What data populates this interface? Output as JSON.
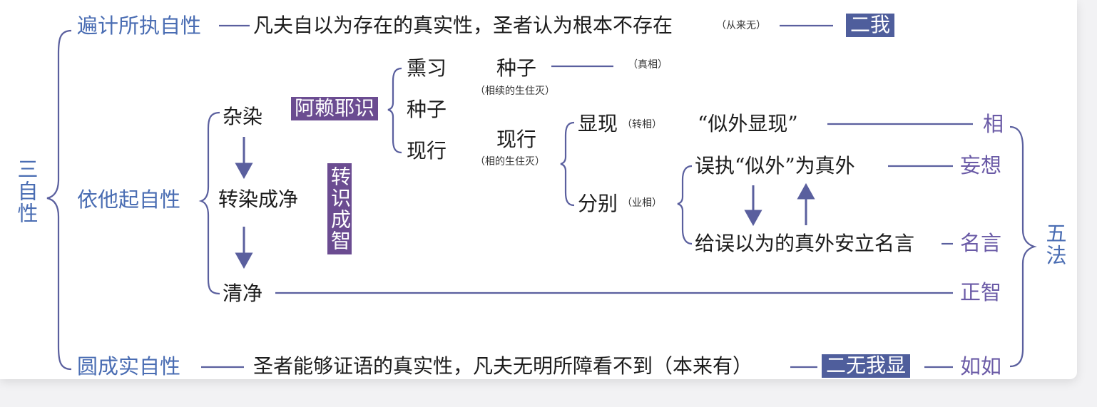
{
  "sanzixing": "三自性",
  "wufa": "五法",
  "row1": {
    "label": "遍计所执自性",
    "desc": "凡夫自以为存在的真实性，圣者认为根本不存在",
    "note": "（从来无）",
    "box": "二我"
  },
  "row2": {
    "label": "依他起自性",
    "zaran": "杂染",
    "zhuanran": "转染成净",
    "qingjing": "清净",
    "alaya": "阿赖耶识",
    "zhuanshi": "转识成智",
    "xunxi": "熏习",
    "zhongzi": "种子",
    "xianxing": "现行",
    "zhongzi2": "种子",
    "zhongzi2_note": "（相续的生住灭）",
    "zhenxiang": "（真相）",
    "xianxing2": "现行",
    "xianxing2_note": "（相的生住灭）",
    "xianxian": "显现",
    "xianxian_note": "（转相）",
    "fenbie": "分别",
    "fenbie_note": "（业相）",
    "siwai": "“似外显现”",
    "wuzhi": "误执“似外”为真外",
    "geiwu": "给误以为的真外安立名言"
  },
  "five": {
    "xiang": "相",
    "wangxiang": "妄想",
    "mingyan": "名言",
    "zhengzhi": "正智",
    "ruru": "如如"
  },
  "row3": {
    "label": "圆成实自性",
    "desc": "圣者能够证语的真实性，凡夫无明所障看不到（本来有）",
    "box": "二无我显"
  },
  "colors": {
    "blue": "#4a6db3",
    "violet": "#6a5aa6",
    "navy_box": "#4f5e9c",
    "purple_box": "#6b4c91",
    "line": "#5a5f9e"
  }
}
